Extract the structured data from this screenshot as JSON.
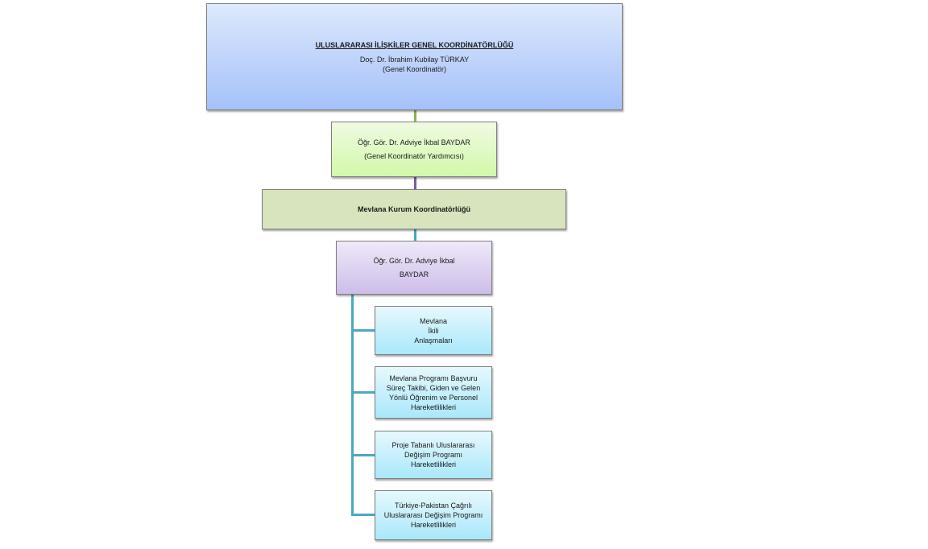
{
  "org_chart": {
    "top": {
      "title": "ULUSLARARASI İLİŞKİLER GENEL KOORDİNATÖRLÜĞÜ",
      "name": "Doç. Dr. İbrahim Kubilay TÜRKAY",
      "role": "(Genel Koordinatör)"
    },
    "deputy": {
      "name": "Öğr. Gör. Dr. Adviye İkbal BAYDAR",
      "role": "(Genel Koordinatör Yardımcısı)"
    },
    "mevlana": {
      "title": "Mevlana Kurum Koordinatörlüğü"
    },
    "coordinator": {
      "line1": "Öğr. Gör. Dr. Adviye İkbal",
      "line2": "BAYDAR"
    },
    "leaves": [
      {
        "lines": [
          "Mevlana",
          "İkili",
          "Anlaşmaları"
        ]
      },
      {
        "lines": [
          "Mevlana Programı Başvuru",
          "Süreç Takibi, Giden ve Gelen",
          "Yönlü Öğrenim ve Personel",
          "Hareketlilikleri"
        ]
      },
      {
        "lines": [
          "Proje Tabanlı Uluslararası",
          "Değişim Programı",
          "Hareketlilikleri"
        ]
      },
      {
        "lines": [
          "Türkiye-Pakistan Çağrılı",
          "Uluslararası Değişim Programı",
          "Hareketlilikleri"
        ]
      }
    ]
  },
  "colors": {
    "top_box": "#a4c1f9",
    "deputy_box": "#d2f8a9",
    "mevlana_box": "#d7e4bd",
    "coordinator_box": "#cdbde9",
    "leaf_box": "#a9e8fb",
    "connector_green": "#8fb34f",
    "connector_purple": "#7a5ca5",
    "connector_teal": "#4aa9c0"
  }
}
